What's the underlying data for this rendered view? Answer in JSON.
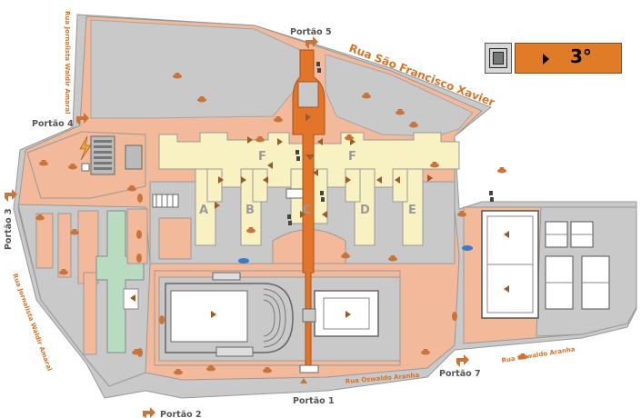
{
  "gates": {
    "g1": "Portão 1",
    "g2": "Portão 2",
    "g3": "Portão 3",
    "g4": "Portão 4",
    "g5": "Portão 5",
    "g7": "Portão 7"
  },
  "streets": {
    "sao_francisco": "Rua São Francisco Xavier",
    "oswaldo_1": "Rua Oswaldo Aranha",
    "oswaldo_2": "Rua Oswaldo Aranha",
    "jornalista": "Rua Jornalista Waldir Amaral",
    "waldir": "Rua Jornalista Waldir Amaral"
  },
  "blocks": {
    "a": "A",
    "b": "B",
    "c": "C",
    "d": "D",
    "e": "E",
    "f1": "F",
    "f2": "F"
  },
  "floor": {
    "value": "3°"
  },
  "colors": {
    "street_area": "#c9c9c9",
    "campus_ground": "#f2b99a",
    "building_main": "#f8f2c2",
    "building_green": "#b9dbbf",
    "accent": "#d8742a",
    "walkway": "#e2752a"
  },
  "icons": {
    "gate_arrow": "gate-arrow-icon",
    "stairs": "stairs-icon",
    "lightning": "lightning-icon",
    "car": "car-icon",
    "tree": "tree-icon"
  }
}
